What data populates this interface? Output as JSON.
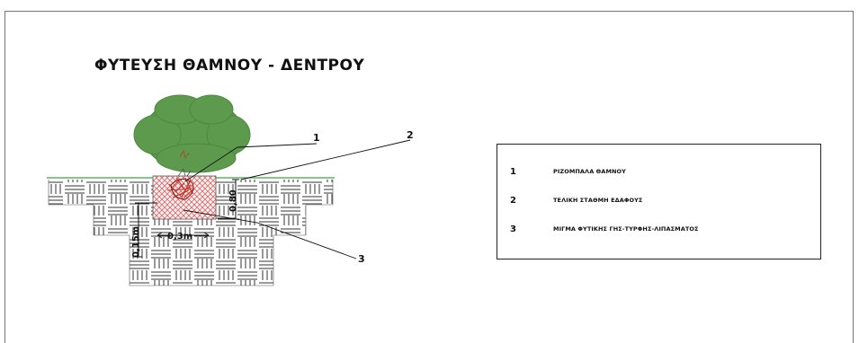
{
  "title": "ΦΥΤΕΥΣΗ ΘΑΜΝΟΥ - ΔΕΝΤΡΟΥ",
  "callouts": [
    "1",
    "2",
    "3"
  ],
  "dimensions": {
    "width_label": "0,3m",
    "depth_label": "0,15m",
    "height_label": "0,80"
  },
  "legend": [
    {
      "num": "1",
      "text": "ΡΙΖΟΜΠΑΛΑ ΘΑΜΝΟΥ"
    },
    {
      "num": "2",
      "text": "ΤΕΛΙΚΗ ΣΤΑΘΜΗ ΕΔΑΦΟΥΣ"
    },
    {
      "num": "3",
      "text": "ΜΙΓΜΑ ΦΥΤΙΚΗΣ ΓΗΣ-ΤΥΡΦΗΣ-ΛΙΠΑΣΜΑΤΟΣ"
    }
  ],
  "colors": {
    "foliage": "#5e9a4e",
    "ground_line": "#3fa33f",
    "hatch": "#e06a6a",
    "rootball": "#c0392b",
    "soil_pattern": "#333333"
  }
}
